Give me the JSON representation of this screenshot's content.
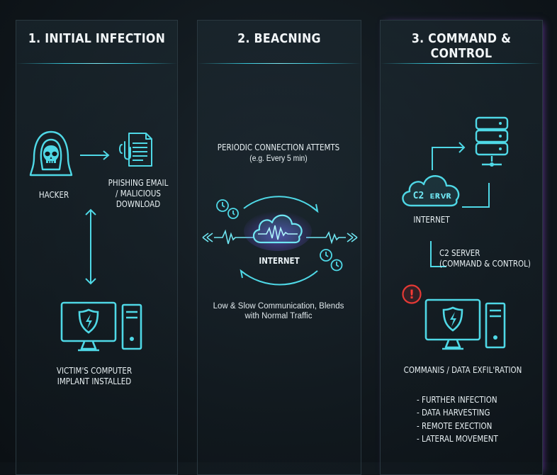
{
  "colors": {
    "accent": "#4fd8e6",
    "alert": "#e53935",
    "background": "#10171c"
  },
  "panels": [
    {
      "title": "1. INITIAL INFECTION"
    },
    {
      "title": "2. BEACNING"
    },
    {
      "title": "3. COMMAND & CONTROL"
    }
  ],
  "stage1": {
    "hacker_label": "HACKER",
    "phishing_label": [
      "PHISHING EMAIL",
      "/ MALICIOUS",
      "DOWNLOAD"
    ],
    "victim_label": [
      "VICTIM'S COMPUTER",
      "IMPLANT INSTALLED"
    ],
    "icons": [
      "hacker-skull-icon",
      "phishing-document-icon",
      "computer-shield-icon",
      "server-tower-icon"
    ]
  },
  "stage2": {
    "caption_top": [
      "PERIODIC CONNECTION ATTEMTS",
      "(e.g. Every 5 min)"
    ],
    "cloud_label": "INTERNET",
    "caption_bottom": [
      "Low & Slow Communication, Blends",
      "with Normal Traffic"
    ],
    "icons": [
      "cloud-waveform-icon",
      "clock-icon"
    ]
  },
  "stage3": {
    "cloud_text": "C2 ᴇʀᴠʀ",
    "internet_label": "INTERNET",
    "server_label": [
      "C2 SERVER",
      "(COMMAND & CONTROL)"
    ],
    "alert_glyph": "!",
    "commands_label": "COMMANIS / DATA EXFIL'RATION",
    "list": [
      "- FURTHER INFECTION",
      "- DATA HARVESTING",
      "- REMOTE EXECTION",
      "- LATERAL MOVEMENT"
    ],
    "icons": [
      "database-server-icon",
      "alert-icon",
      "computer-shield-icon"
    ]
  }
}
